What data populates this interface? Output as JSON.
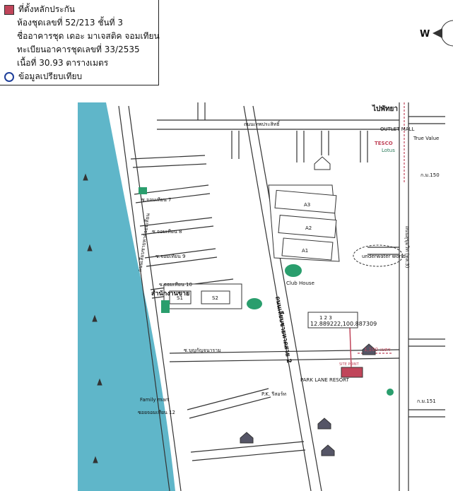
{
  "legend": {
    "marker_label": "ที่ตั้งหลักประกัน",
    "line1": "ห้องชุดเลขที่ 52/213 ชั้นที่ 3",
    "line2": "ชื่ออาคารชุด เดอะ มาเจสติค จอมเทียน",
    "line3": "ทะเบียนอาคารชุดเลขที่ 33/2535",
    "line4": "เนื้อที่ 30.93 ตารางเมตร",
    "compare_label": "ข้อมูลเปรียบเทียบ",
    "marker_color": "#c0455a",
    "compare_color": "#1f3f9a"
  },
  "compass": {
    "label": "W"
  },
  "coordinates": {
    "markers": "1 2 3",
    "value": "12.889222,100.887309"
  },
  "labels": {
    "to_pattaya": "ไปพัทยา",
    "sukhumvit": "ถนนสุขุมวิท (ทล.3)",
    "beach_road": "ถนนเลียบชายหาดจอมเทียน",
    "thepprasit": "ถนนเทพประสิทธิ์",
    "tesco": "TESCO",
    "lotus": "Lotus",
    "outlet_mall": "OUTLET MALL",
    "true_value": "True Value",
    "ptt": "ก.ม.150",
    "underwater": "underwater world",
    "club_house": "Club House",
    "a3": "A3",
    "a2": "A2",
    "a1": "A1",
    "s1": "S1",
    "s2": "S2",
    "office": "สำนักงานขาย",
    "park_lane": "PARK LANE RESORT",
    "family_mart": "Family mart",
    "pk_resort": "P.K. รีสอร์ท",
    "km151": "ก.ม.151",
    "distance": "1,100 เมตร",
    "sitepoint": "SITE POINT",
    "soi_jomtien_7": "ซ.จอมเทียน 7",
    "soi_jomtien_8": "ซ.จอมเทียน 8",
    "soi_jomtien_9": "ซ.จอมเทียน 9",
    "soi_jomtien_10": "ซ.จอมเทียน 10",
    "soi_jomtien_12": "ซอยจอมเทียน 12",
    "soi_boonkanjana": "ซ.บุญกัญจนาราม",
    "road_2": "ถนนเลียบชายหาดสาย 2",
    "sea_label": ""
  }
}
